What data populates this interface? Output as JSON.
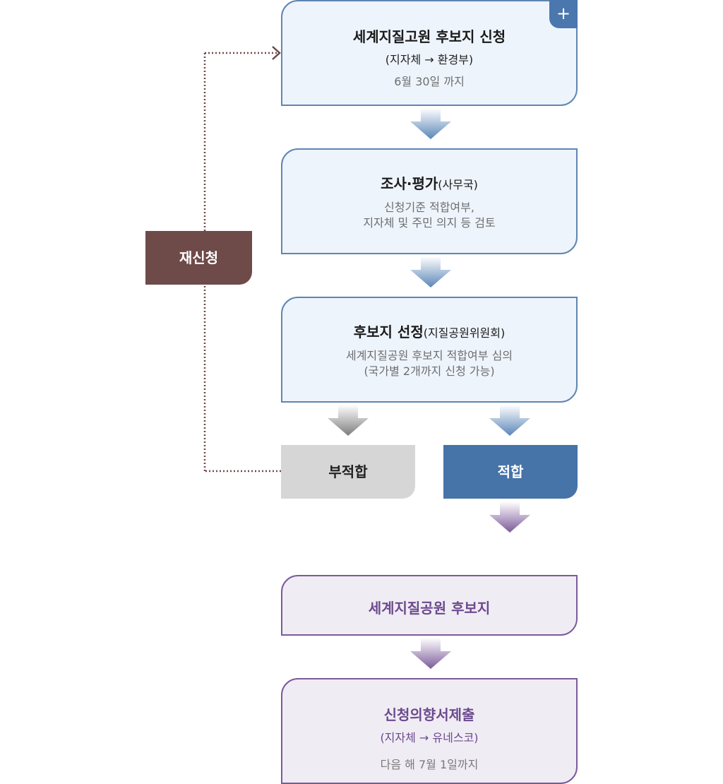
{
  "step1": {
    "title": "세계지질고원 후보지 신청",
    "sub": "(지자체 → 환경부)",
    "deadline": "6월 30일 까지",
    "plus": "+"
  },
  "step2": {
    "title": "조사·평가",
    "title_paren": "(사무국)",
    "desc_line1": "신청기준 적합여부,",
    "desc_line2": "지자체 및 주민 의지 등 검토"
  },
  "step3": {
    "title": "후보지 선정",
    "title_paren": "(지질공원위원회)",
    "desc_line1": "세계지질공원 후보지 적합여부 심의",
    "desc_line2": "(국가별 2개까지 신청 가능)"
  },
  "reapply": {
    "label": "재신청"
  },
  "unfit": {
    "label": "부적합"
  },
  "fit": {
    "label": "적합"
  },
  "step4": {
    "title": "세계지질공원 후보지"
  },
  "step5": {
    "title": "신청의향서제출",
    "sub": "(지자체 → 유네스코)",
    "deadline": "다음 해 7월 1일까지"
  },
  "colors": {
    "blue_border": "#5f85b2",
    "blue_fill": "#eef4fc",
    "fit": "#4673a8",
    "unfit": "#d6d6d6",
    "reapply": "#6e4a48",
    "purple_border": "#7b5a9a",
    "purple_fill": "#f0ecf4"
  }
}
